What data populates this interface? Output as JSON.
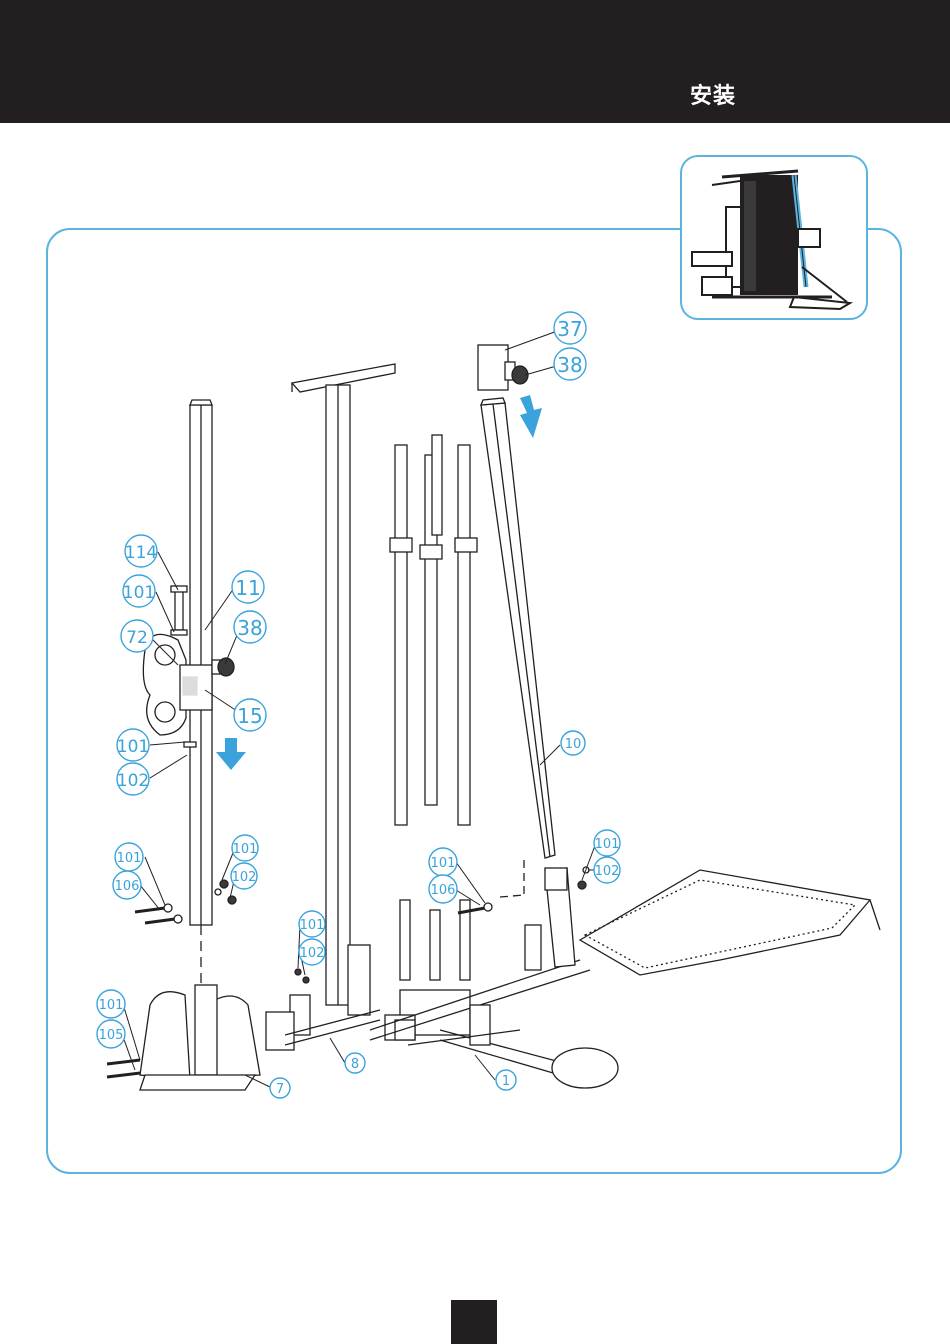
{
  "header": {
    "title": "安装"
  },
  "colors": {
    "accent": "#5bb4e0",
    "callout": "#3aa3dc",
    "header_bg": "#231f20",
    "line": "#231f20"
  },
  "callouts": {
    "p37": "37",
    "p38a": "38",
    "p114": "114",
    "p101a": "101",
    "p11": "11",
    "p72": "72",
    "p38b": "38",
    "p15": "15",
    "p101b": "101",
    "p102a": "102",
    "p10": "10",
    "p101c": "101",
    "p102b": "102",
    "p106a": "106",
    "p101d": "101",
    "p102c": "102",
    "p101e": "101",
    "p106b": "106",
    "p101f": "101",
    "p102d": "102",
    "p101g": "101",
    "p102e": "102",
    "p101h": "101",
    "p105": "105",
    "p8": "8",
    "p7": "7",
    "p1": "1"
  },
  "icons": {
    "arrow": "down-arrow-icon"
  }
}
